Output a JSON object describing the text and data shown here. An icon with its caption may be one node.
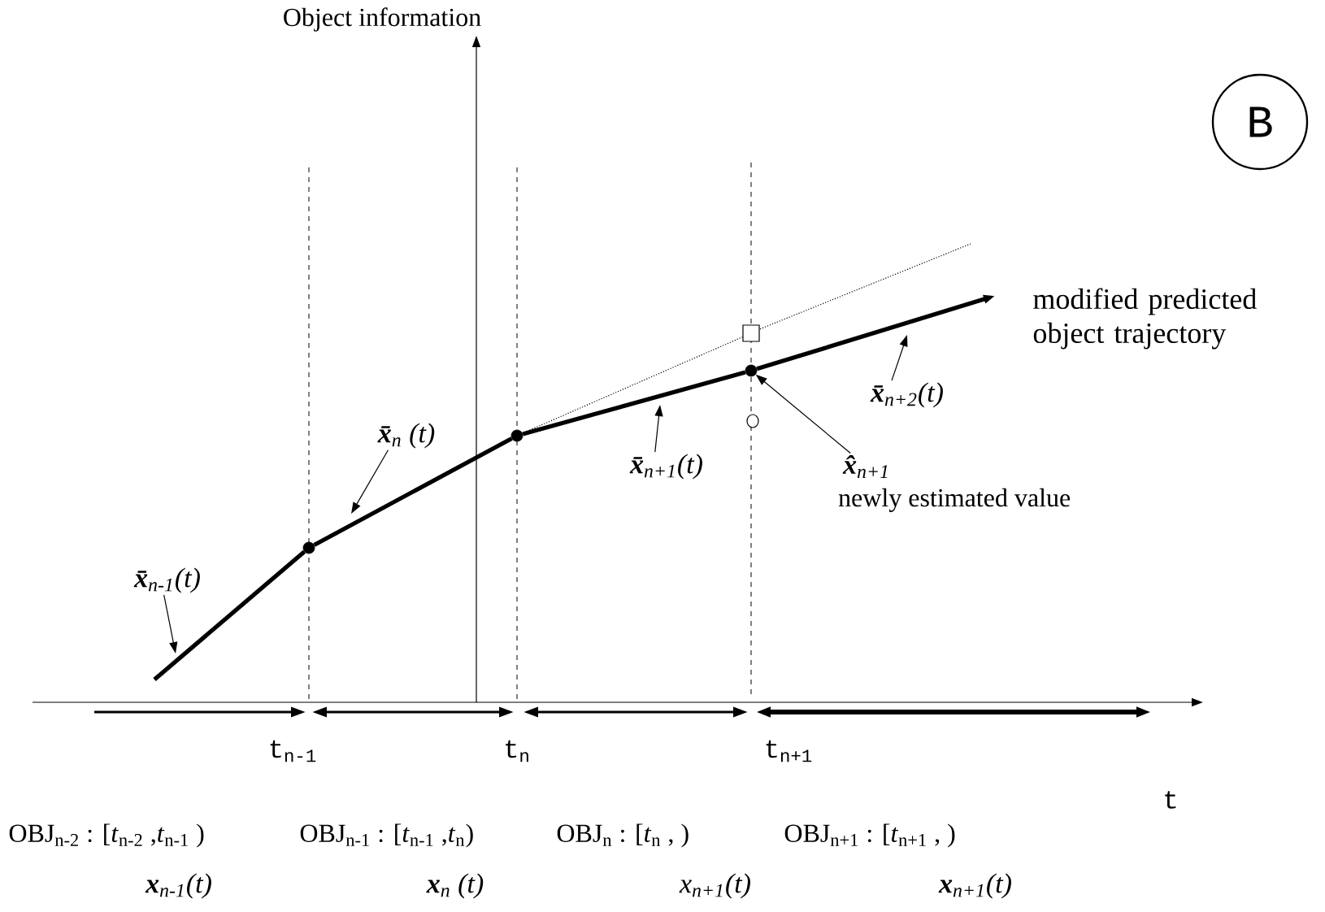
{
  "diagram": {
    "nodes": [
      {
        "text": [
          "B"
        ]
      },
      {
        "text": [],
        "shape": "box"
      },
      {
        "text": [],
        "shape": "circle"
      },
      {
        "text": [],
        "shape": "circle"
      },
      {
        "text": [],
        "shape": "circle"
      },
      {
        "text": [
          "**x̄**$_{n}$ (t)"
        ]
      },
      {
        "text": [
          "**x̄**$_{n+2}$(t)"
        ]
      },
      {
        "text": [
          "**x̄**$_{n+1}$(t)"
        ]
      },
      {
        "text": [
          "**x̂**$_{n+1}$"
        ],
        "beside": [
          "newly estimated value"
        ]
      },
      {
        "text": [],
        "shape": "circle"
      },
      {
        "text": [
          "**x̄**$_{n-1}$(t)"
        ]
      }
    ],
    "edges": [
      {
        "from": 10,
        "to": null,
        "arrow": "to"
      },
      {
        "from": 5,
        "to": null,
        "arrow": "to"
      },
      {
        "from": 7,
        "to": null,
        "arrow": "to"
      },
      {
        "from": 6,
        "to": null,
        "arrow": "to"
      },
      {
        "from": 8,
        "to": 3,
        "arrow": "to"
      },
      {
        "from": null,
        "to": 9,
        "arrow": "none",
        "style": "thick"
      },
      {
        "from": 9,
        "to": 2,
        "arrow": "none",
        "style": "thick"
      },
      {
        "from": 2,
        "to": 3,
        "arrow": "none",
        "style": "thick"
      },
      {
        "from": 3,
        "to": null,
        "arrow": "to",
        "style": "thick"
      },
      {
        "from": 2,
        "to": 1,
        "arrow": "none",
        "style": "dashed"
      }
    ],
    "labels": [
      "Object information",
      "modified predicted object trajectory",
      "t$_{n-1}$",
      "t$_{n}$",
      "t$_{n+1}$",
      "t",
      "OBJ$_{n-2}$ : [*t*$_{n-2}$ ,*t*$_{n-1}$ )",
      "OBJ$_{n-1}$ : [*t*$_{n-1}$ ,*t*$_{n}$)",
      "OBJ$_{n}$ : [*t*$_{n}$ ,    )",
      "OBJ$_{n+1}$ : [*t*$_{n+1}$ ,    )",
      "**x**$_{n-1}$(t)",
      "**x**$_{n}$ (t)",
      "x$_{n+1}$(t)",
      "**x**$_{n+1}$(t)"
    ]
  }
}
